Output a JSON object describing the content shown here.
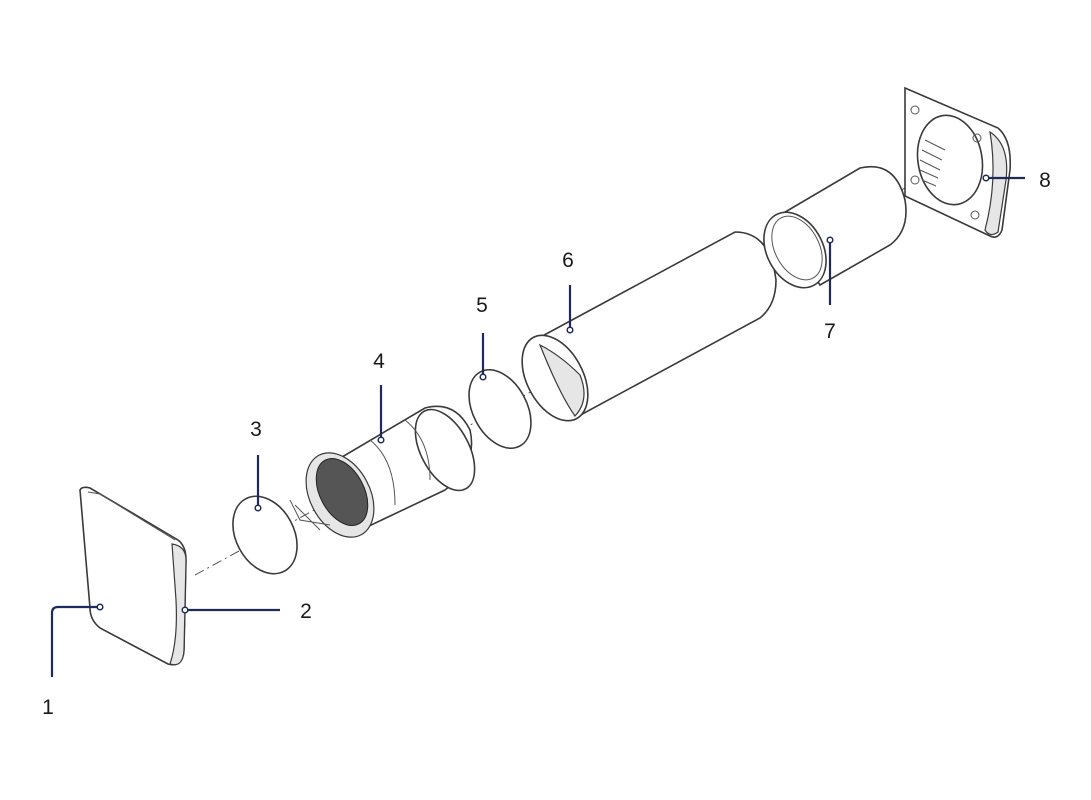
{
  "diagram": {
    "labels": [
      "1",
      "2",
      "3",
      "4",
      "5",
      "6",
      "7",
      "8"
    ],
    "colors": {
      "leader": "#1f2a5c",
      "outline": "#3a3a3a",
      "background": "#ffffff"
    }
  }
}
